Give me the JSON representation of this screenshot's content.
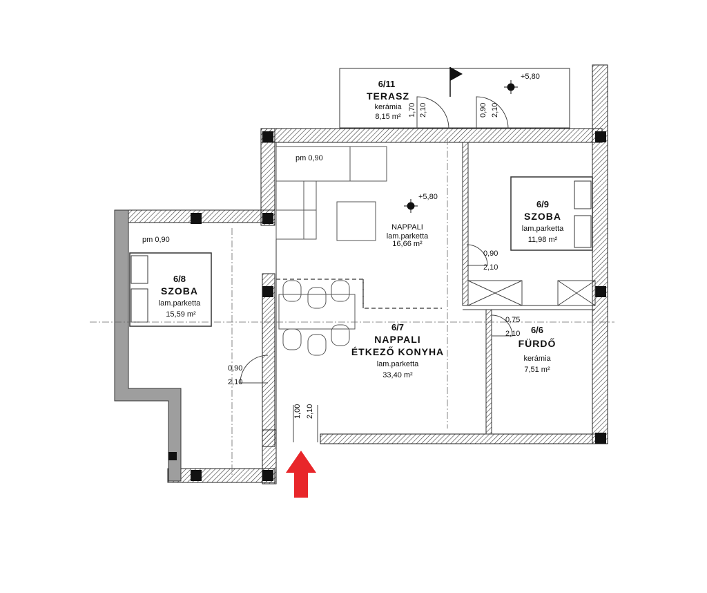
{
  "rooms": {
    "terasz": {
      "code": "6/11",
      "name": "TERASZ",
      "floor": "kerámia",
      "area": "8,15 m²"
    },
    "nappali": {
      "name": "NAPPALI",
      "floor": "lam.parketta",
      "area": "16,66 m²"
    },
    "szoba9": {
      "code": "6/9",
      "name": "SZOBA",
      "floor": "lam.parketta",
      "area": "11,98 m²"
    },
    "szoba8": {
      "code": "6/8",
      "name": "SZOBA",
      "floor": "lam.parketta",
      "area": "15,59 m²"
    },
    "konyha": {
      "code": "6/7",
      "name1": "NAPPALI",
      "name2": "ÉTKEZŐ KONYHA",
      "floor": "lam.parketta",
      "area": "33,40 m²"
    },
    "furdo": {
      "code": "6/6",
      "name": "FÜRDŐ",
      "floor": "kerámia",
      "area": "7,51 m²"
    }
  },
  "annotations": {
    "pm_top": "pm 0,90",
    "pm_left": "pm 0,90",
    "level_terasz": "+5,80",
    "level_nappali": "+5,80"
  },
  "dimensions": {
    "terasz_door_a": "1,70",
    "terasz_door_b": "2,10",
    "szoba9_win_a": "0,90",
    "szoba9_win_b": "2,10",
    "szoba9_door_a": "0,90",
    "szoba9_door_b": "2,10",
    "furdo_door_a": "0,75",
    "furdo_door_b": "2,10",
    "szoba8_door_a": "0,90",
    "szoba8_door_b": "2,10",
    "entrance_a": "1,00",
    "entrance_b": "2,10"
  },
  "colors": {
    "arrow": "#e8262a",
    "wall": "#222222",
    "hatch": "#555555"
  }
}
